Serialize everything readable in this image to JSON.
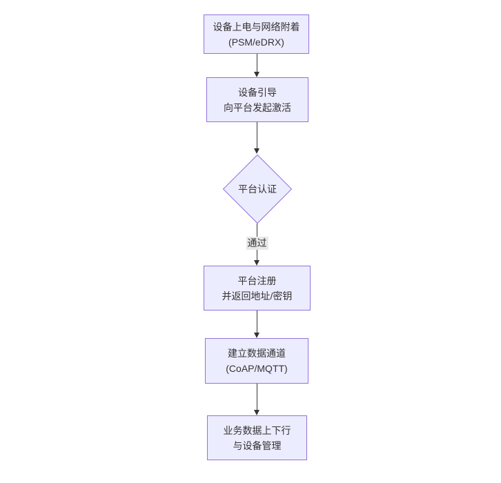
{
  "diagram": {
    "type": "flowchart",
    "direction": "top-down",
    "background_color": "#ffffff",
    "colors": {
      "node_fill": "#ECECFF",
      "node_border": "#9370DB",
      "node_text": "#333333",
      "edge_line": "#333333",
      "edge_label_background": "#e8e8e8",
      "edge_label_text": "#333333"
    },
    "nodes": [
      {
        "id": "n1",
        "shape": "rect",
        "lines": [
          "设备上电与网络附着",
          "(PSM/eDRX)"
        ]
      },
      {
        "id": "n2",
        "shape": "rect",
        "lines": [
          "设备引导",
          "向平台发起激活"
        ]
      },
      {
        "id": "n3",
        "shape": "diamond",
        "lines": [
          "平台认证"
        ]
      },
      {
        "id": "n4",
        "shape": "rect",
        "lines": [
          "平台注册",
          "并返回地址/密钥"
        ]
      },
      {
        "id": "n5",
        "shape": "rect",
        "lines": [
          "建立数据通道",
          "(CoAP/MQTT)"
        ]
      },
      {
        "id": "n6",
        "shape": "rect",
        "lines": [
          "业务数据上下行",
          "与设备管理"
        ]
      }
    ],
    "edges": [
      {
        "from": "n1",
        "to": "n2",
        "label": ""
      },
      {
        "from": "n2",
        "to": "n3",
        "label": ""
      },
      {
        "from": "n3",
        "to": "n4",
        "label": "通过"
      },
      {
        "from": "n4",
        "to": "n5",
        "label": ""
      },
      {
        "from": "n5",
        "to": "n6",
        "label": ""
      }
    ]
  }
}
